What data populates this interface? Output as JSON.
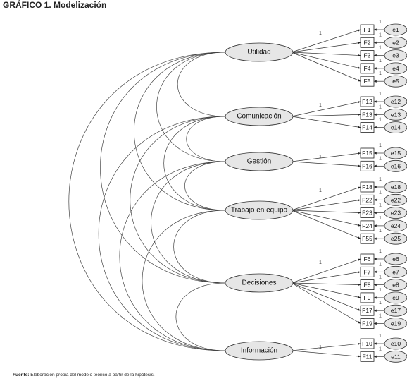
{
  "title": "GRÁFICO 1. Modelización",
  "source_label": "Fuente:",
  "source_text": "Elaboración propia del modelo teórico a partir de la hipótesis.",
  "loading_label": "1",
  "factors": [
    {
      "label": "Utilidad",
      "items": [
        {
          "item": "F1",
          "error": "e1"
        },
        {
          "item": "F2",
          "error": "e2"
        },
        {
          "item": "F3",
          "error": "e3"
        },
        {
          "item": "F4",
          "error": "e4"
        },
        {
          "item": "F5",
          "error": "e5"
        }
      ]
    },
    {
      "label": "Comunicación",
      "items": [
        {
          "item": "F12",
          "error": "e12"
        },
        {
          "item": "F13",
          "error": "e13"
        },
        {
          "item": "F14",
          "error": "e14"
        }
      ]
    },
    {
      "label": "Gestión",
      "items": [
        {
          "item": "F15",
          "error": "e15"
        },
        {
          "item": "F16",
          "error": "e16"
        }
      ]
    },
    {
      "label": "Trabajo en equipo",
      "items": [
        {
          "item": "F18",
          "error": "e18"
        },
        {
          "item": "F22",
          "error": "e22"
        },
        {
          "item": "F23",
          "error": "e23"
        },
        {
          "item": "F24",
          "error": "e24"
        },
        {
          "item": "F55",
          "error": "e25"
        }
      ]
    },
    {
      "label": "Decisiones",
      "items": [
        {
          "item": "F6",
          "error": "e6"
        },
        {
          "item": "F7",
          "error": "e7"
        },
        {
          "item": "F8",
          "error": "e8"
        },
        {
          "item": "F9",
          "error": "e9"
        },
        {
          "item": "F17",
          "error": "e17"
        },
        {
          "item": "F19",
          "error": "e19"
        }
      ]
    },
    {
      "label": "Información",
      "items": [
        {
          "item": "F10",
          "error": "e10"
        },
        {
          "item": "F11",
          "error": "e11"
        }
      ]
    }
  ]
}
